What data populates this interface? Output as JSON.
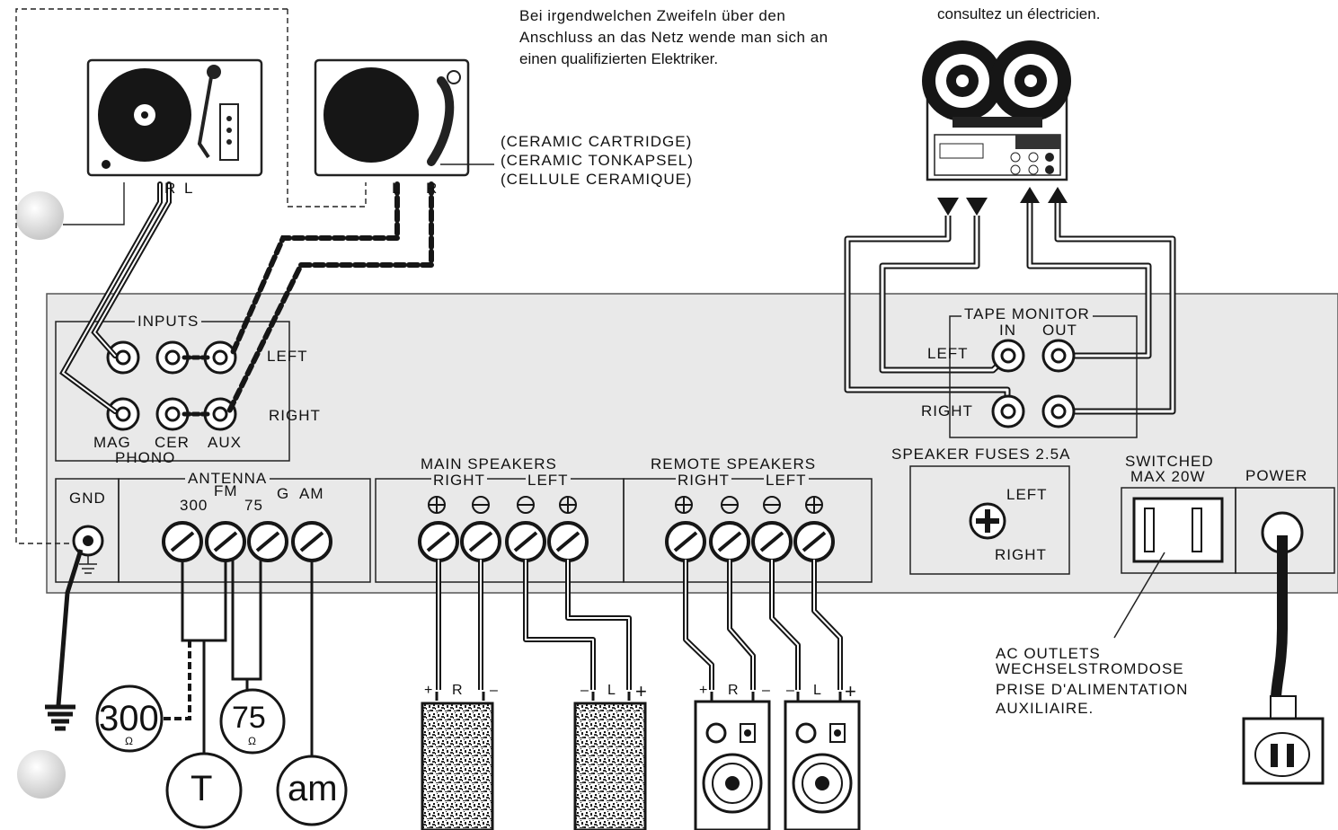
{
  "notes": {
    "german": [
      "Bei irgendwelchen Zweifeln über den",
      "Anschluss an das Netz wende man sich an",
      "einen qualifizierten Elektriker."
    ],
    "french": "consultez un électricien."
  },
  "cartridge_labels": [
    "(CERAMIC CARTRIDGE)",
    "(CERAMIC TONKAPSEL)",
    "(CELLULE CERAMIQUE)"
  ],
  "turntable1_channels": [
    "R",
    "L"
  ],
  "turntable2_channels": [
    "L",
    "R"
  ],
  "inputs": {
    "title": "INPUTS",
    "left": "LEFT",
    "right": "RIGHT",
    "mag": "MAG",
    "cer": "CER",
    "aux": "AUX",
    "phono": "PHONO"
  },
  "tape_monitor": {
    "title": "TAPE MONITOR",
    "in": "IN",
    "out": "OUT",
    "left": "LEFT",
    "right": "RIGHT"
  },
  "antenna": {
    "title": "ANTENNA",
    "gnd": "GND",
    "fm": "FM",
    "ohm300": "300",
    "ohm75": "75",
    "g": "G",
    "am": "AM"
  },
  "main_speakers": {
    "title": "MAIN SPEAKERS",
    "right": "RIGHT",
    "left": "LEFT"
  },
  "remote_speakers": {
    "title": "REMOTE SPEAKERS",
    "right": "RIGHT",
    "left": "LEFT"
  },
  "speaker_fuses": {
    "title": "SPEAKER FUSES 2.5A",
    "left": "LEFT",
    "right": "RIGHT"
  },
  "switched": [
    "SWITCHED",
    "MAX 20W"
  ],
  "power": "POWER",
  "ac_outlets": [
    "AC OUTLETS",
    "WECHSELSTROMDOSE",
    "PRISE D'ALIMENTATION",
    "AUXILIAIRE."
  ],
  "antenna_symbols": {
    "a300": "300",
    "a75": "75",
    "ohm": "Ω",
    "t": "T",
    "am": "am"
  },
  "speaker_markings": {
    "plus": "+",
    "minus": "–",
    "r": "R",
    "l": "L"
  }
}
